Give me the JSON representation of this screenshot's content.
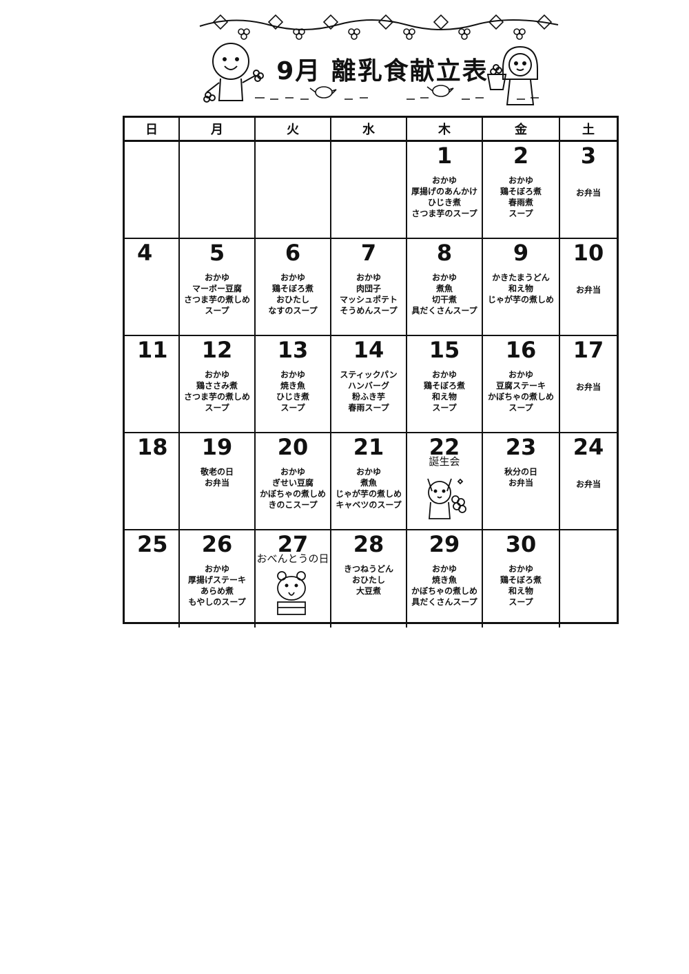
{
  "title": "9月 離乳食献立表",
  "weekdays": [
    "日",
    "月",
    "火",
    "水",
    "木",
    "金",
    "土"
  ],
  "weeks": [
    [
      {
        "day": "",
        "menu": []
      },
      {
        "day": "",
        "menu": []
      },
      {
        "day": "",
        "menu": []
      },
      {
        "day": "",
        "menu": []
      },
      {
        "day": "1",
        "menu": [
          "おかゆ",
          "厚揚げのあんかけ",
          "ひじき煮",
          "さつま芋のスープ"
        ]
      },
      {
        "day": "2",
        "menu": [
          "おかゆ",
          "鶏そぼろ煮",
          "春雨煮",
          "スープ"
        ]
      },
      {
        "day": "3",
        "menu": [
          "お弁当"
        ]
      }
    ],
    [
      {
        "day": "4",
        "menu": []
      },
      {
        "day": "5",
        "menu": [
          "おかゆ",
          "マーボー豆腐",
          "さつま芋の煮しめ",
          "スープ"
        ]
      },
      {
        "day": "6",
        "menu": [
          "おかゆ",
          "鶏そぼろ煮",
          "おひたし",
          "なすのスープ"
        ]
      },
      {
        "day": "7",
        "menu": [
          "おかゆ",
          "肉団子",
          "マッシュポテト",
          "そうめんスープ"
        ]
      },
      {
        "day": "8",
        "menu": [
          "おかゆ",
          "煮魚",
          "切干煮",
          "具だくさんスープ"
        ]
      },
      {
        "day": "9",
        "menu": [
          "かきたまうどん",
          "和え物",
          "じゃが芋の煮しめ"
        ]
      },
      {
        "day": "10",
        "menu": [
          "お弁当"
        ]
      }
    ],
    [
      {
        "day": "11",
        "menu": []
      },
      {
        "day": "12",
        "menu": [
          "おかゆ",
          "鶏ささみ煮",
          "さつま芋の煮しめ",
          "スープ"
        ]
      },
      {
        "day": "13",
        "menu": [
          "おかゆ",
          "焼き魚",
          "ひじき煮",
          "スープ"
        ]
      },
      {
        "day": "14",
        "menu": [
          "スティックパン",
          "ハンバーグ",
          "粉ふき芋",
          "春雨スープ"
        ]
      },
      {
        "day": "15",
        "menu": [
          "おかゆ",
          "鶏そぼろ煮",
          "和え物",
          "スープ"
        ]
      },
      {
        "day": "16",
        "menu": [
          "おかゆ",
          "豆腐ステーキ",
          "かぼちゃの煮しめ",
          "スープ"
        ]
      },
      {
        "day": "17",
        "menu": [
          "お弁当"
        ]
      }
    ],
    [
      {
        "day": "18",
        "menu": []
      },
      {
        "day": "19",
        "menu": [
          "敬老の日",
          "お弁当"
        ]
      },
      {
        "day": "20",
        "menu": [
          "おかゆ",
          "ぎせい豆腐",
          "かぼちゃの煮しめ",
          "きのこスープ"
        ]
      },
      {
        "day": "21",
        "menu": [
          "おかゆ",
          "煮魚",
          "じゃが芋の煮しめ",
          "キャベツのスープ"
        ]
      },
      {
        "day": "22",
        "event": "誕生会",
        "menu": []
      },
      {
        "day": "23",
        "menu": [
          "秋分の日",
          "お弁当"
        ]
      },
      {
        "day": "24",
        "menu": [
          "お弁当"
        ]
      }
    ],
    [
      {
        "day": "25",
        "menu": []
      },
      {
        "day": "26",
        "menu": [
          "おかゆ",
          "厚揚げステーキ",
          "あらめ煮",
          "もやしのスープ"
        ]
      },
      {
        "day": "27",
        "event": "おべんとうの日",
        "menu": []
      },
      {
        "day": "28",
        "menu": [
          "きつねうどん",
          "おひたし",
          "大豆煮"
        ]
      },
      {
        "day": "29",
        "menu": [
          "おかゆ",
          "焼き魚",
          "かぼちゃの煮しめ",
          "具だくさんスープ"
        ]
      },
      {
        "day": "30",
        "menu": [
          "おかゆ",
          "鶏そぼろ煮",
          "和え物",
          "スープ"
        ]
      },
      {
        "day": "",
        "menu": []
      }
    ]
  ]
}
